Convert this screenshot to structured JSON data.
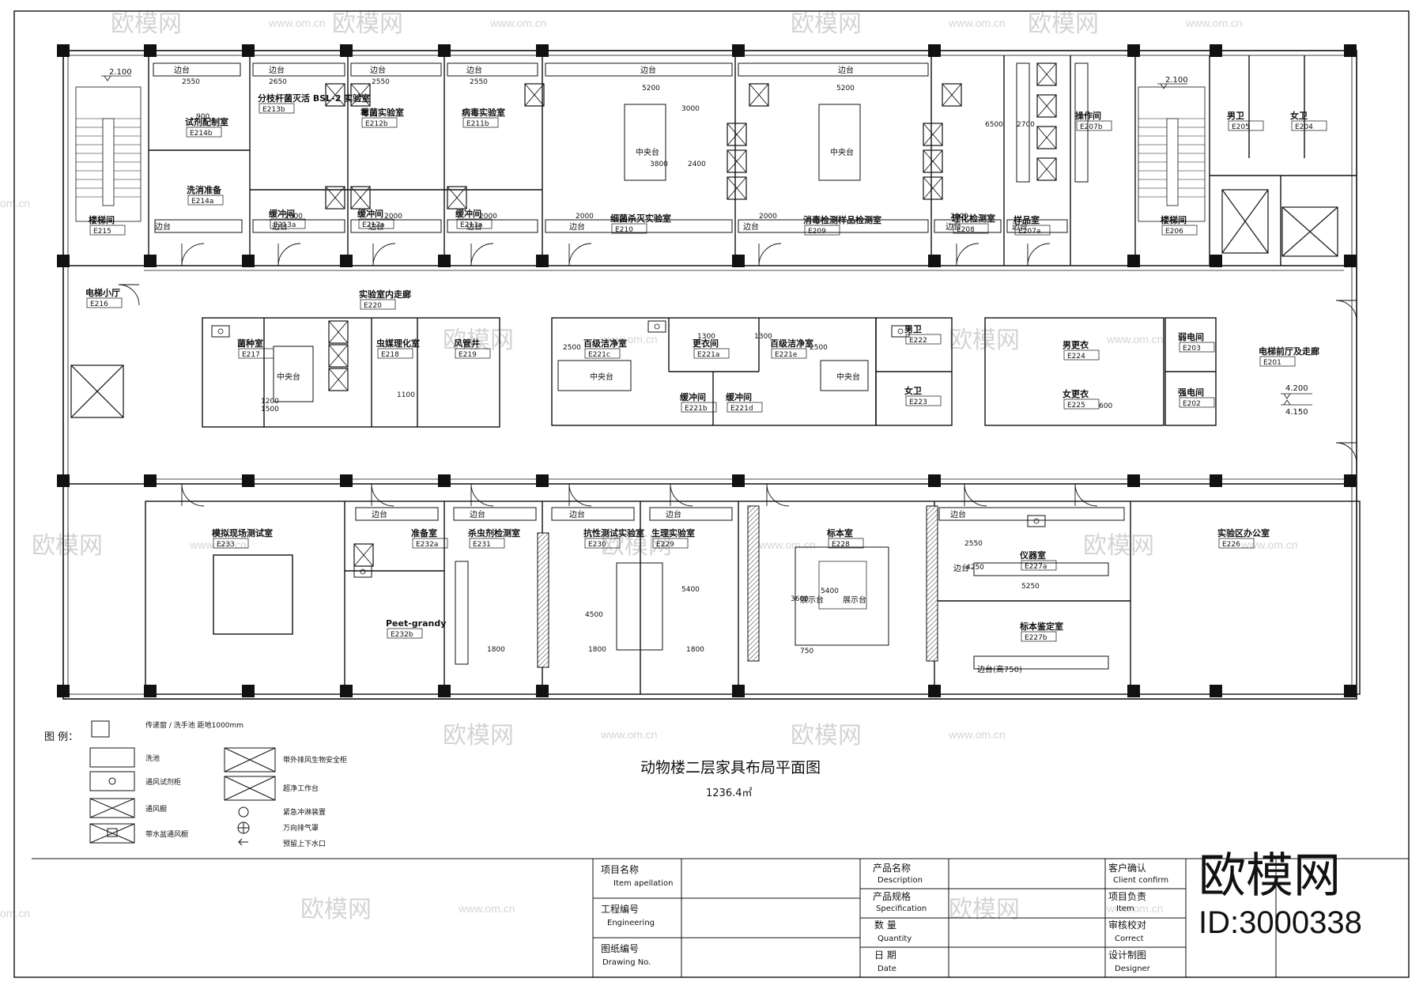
{
  "drawing": {
    "title": "动物楼二层家具布局平面图",
    "area": "1236.4㎡"
  },
  "watermark": {
    "brand": "欧模网",
    "site": "www.om.cn",
    "site_short": "om.cn",
    "id": "ID:3000338"
  },
  "rooms_top": [
    {
      "name": "楼梯间",
      "code": "E215"
    },
    {
      "name": "试剂配制室",
      "code": "E214b"
    },
    {
      "name": "洗消准备",
      "code": "E214a"
    },
    {
      "name": "分枝杆菌灭活 BSL-2 实验室",
      "code": "E213b"
    },
    {
      "name": "缓冲间",
      "code": "E213a"
    },
    {
      "name": "霉菌实验室",
      "code": "E212b"
    },
    {
      "name": "缓冲间",
      "code": "E212a"
    },
    {
      "name": "病毒实验室",
      "code": "E211b"
    },
    {
      "name": "缓冲间",
      "code": "E211a"
    },
    {
      "name": "细菌杀灭实验室",
      "code": "E210"
    },
    {
      "name": "消毒检测样品检测室",
      "code": "E209"
    },
    {
      "name": "理化检测室",
      "code": "E208"
    },
    {
      "name": "样品室",
      "code": "E207a"
    },
    {
      "name": "操作间",
      "code": "E207b"
    },
    {
      "name": "楼梯间",
      "code": "E206"
    },
    {
      "name": "男卫",
      "code": "E205"
    },
    {
      "name": "女卫",
      "code": "E204"
    }
  ],
  "rooms_middle": [
    {
      "name": "电梯小厅",
      "code": "E216"
    },
    {
      "name": "实验室内走廊",
      "code": "E220"
    },
    {
      "name": "菌种室",
      "code": "E217"
    },
    {
      "name": "虫媒理化室",
      "code": "E218"
    },
    {
      "name": "风管井",
      "code": "E219"
    },
    {
      "name": "百级洁净室",
      "code": "E221c"
    },
    {
      "name": "更衣间",
      "code": "E221a"
    },
    {
      "name": "百级洁净室",
      "code": "E221e"
    },
    {
      "name": "缓冲间",
      "code": "E221b"
    },
    {
      "name": "缓冲间",
      "code": "E221d"
    },
    {
      "name": "男卫",
      "code": "E222"
    },
    {
      "name": "女卫",
      "code": "E223"
    },
    {
      "name": "男更衣",
      "code": "E224"
    },
    {
      "name": "女更衣",
      "code": "E225"
    },
    {
      "name": "弱电间",
      "code": "E203"
    },
    {
      "name": "强电间",
      "code": "E202"
    },
    {
      "name": "电梯前厅及走廊",
      "code": "E201"
    }
  ],
  "rooms_bottom": [
    {
      "name": "模拟现场测试室",
      "code": "E233"
    },
    {
      "name": "准备室",
      "code": "E232a"
    },
    {
      "name": "Peet-grandy",
      "code": "E232b"
    },
    {
      "name": "杀虫剂检测室",
      "code": "E231"
    },
    {
      "name": "抗性测试实验室",
      "code": "E230"
    },
    {
      "name": "生理实验室",
      "code": "E229"
    },
    {
      "name": "标本室",
      "code": "E228"
    },
    {
      "name": "仪器室",
      "code": "E227a"
    },
    {
      "name": "标本鉴定室",
      "code": "E227b"
    },
    {
      "name": "实验区办公室",
      "code": "E226"
    }
  ],
  "labels": {
    "bench": "边台",
    "center_bench": "中央台",
    "bench_tall": "边台(高750)",
    "display_left": "展示台",
    "display_right": "展示台",
    "level_a": "2.100",
    "level_b": "4.200",
    "level_c": "4.150",
    "dims": [
      "2550",
      "2650",
      "2550",
      "2550",
      "5200",
      "5200",
      "2000",
      "2000",
      "2000",
      "2000",
      "2000",
      "2000",
      "2500",
      "2500",
      "1300",
      "1300",
      "4500",
      "5400",
      "5400",
      "3600",
      "5250",
      "1800",
      "1800",
      "1800",
      "750",
      "1500",
      "1200",
      "3000",
      "3800",
      "2400",
      "2700",
      "6500",
      "4250",
      "2550",
      "900",
      "600",
      "1100"
    ]
  },
  "legend": {
    "title": "图 例：",
    "items_left": [
      {
        "icon": "sink-icon",
        "text": "传递窗 / 洗手池 距地1000mm"
      },
      {
        "icon": "sink-box-icon",
        "text": "洗池"
      },
      {
        "icon": "reagent-cabinet-icon",
        "text": "通风试剂柜"
      },
      {
        "icon": "fume-hood-icon",
        "text": "通风橱"
      },
      {
        "icon": "fume-hood-sink-icon",
        "text": "带水盆通风橱"
      }
    ],
    "items_right": [
      {
        "icon": "bio-safety-cabinet-icon",
        "text": "带外排风生物安全柜"
      },
      {
        "icon": "clean-bench-icon",
        "text": "超净工作台"
      },
      {
        "icon": "eyewash-icon",
        "text": "紧急冲淋装置"
      },
      {
        "icon": "exhaust-hood-icon",
        "text": "万向排气罩"
      },
      {
        "icon": "drain-icon",
        "text": "预留上下水口"
      }
    ]
  },
  "title_block": {
    "project_name_cn": "项目名称",
    "project_name_en": "Item apellation",
    "engineering_cn": "工程编号",
    "engineering_en": "Engineering",
    "drawing_no_cn": "图纸编号",
    "drawing_no_en": "Drawing No.",
    "product_name_cn": "产品名称",
    "product_name_en": "Description",
    "product_spec_cn": "产品规格",
    "product_spec_en": "Specification",
    "quantity_cn": "数    量",
    "quantity_en": "Quantity",
    "date_cn": "日    期",
    "date_en": "Date",
    "client_cn": "客户确认",
    "client_en": "Client confirm",
    "leader_cn": "项目负责",
    "leader_en": "Item",
    "correct_cn": "审核校对",
    "correct_en": "Correct",
    "designer_cn": "设计制图",
    "designer_en": "Designer"
  }
}
